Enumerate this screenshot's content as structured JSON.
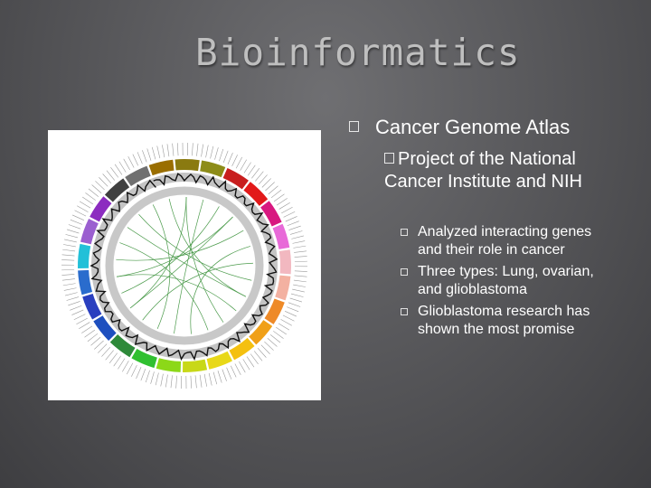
{
  "slide": {
    "title": "Bioinformatics",
    "level1": "Cancer Genome Atlas",
    "level2": "Project of the National Cancer Institute and NIH",
    "level3": [
      "Analyzed interacting genes and their role in cancer",
      "Three types: Lung, ovarian, and glioblastoma",
      "Glioblastoma research has shown the most promise"
    ]
  },
  "figure": {
    "name": "circos-plot",
    "segment_colors": [
      "#9a6e00",
      "#8a7a10",
      "#8d8c18",
      "#c81e1e",
      "#e21a1a",
      "#d81880",
      "#e86ad8",
      "#f2b8c0",
      "#f3b1a1",
      "#ee8a28",
      "#f0a018",
      "#f4c010",
      "#e8d818",
      "#c8d818",
      "#8cd818",
      "#30c030",
      "#2e8a3a",
      "#1e4fbf",
      "#2a3fbf",
      "#2a6ccd",
      "#22c0d8",
      "#9b5fd0",
      "#8c2cc0",
      "#404040",
      "#707070"
    ],
    "link_color": "#4a9a4a"
  }
}
